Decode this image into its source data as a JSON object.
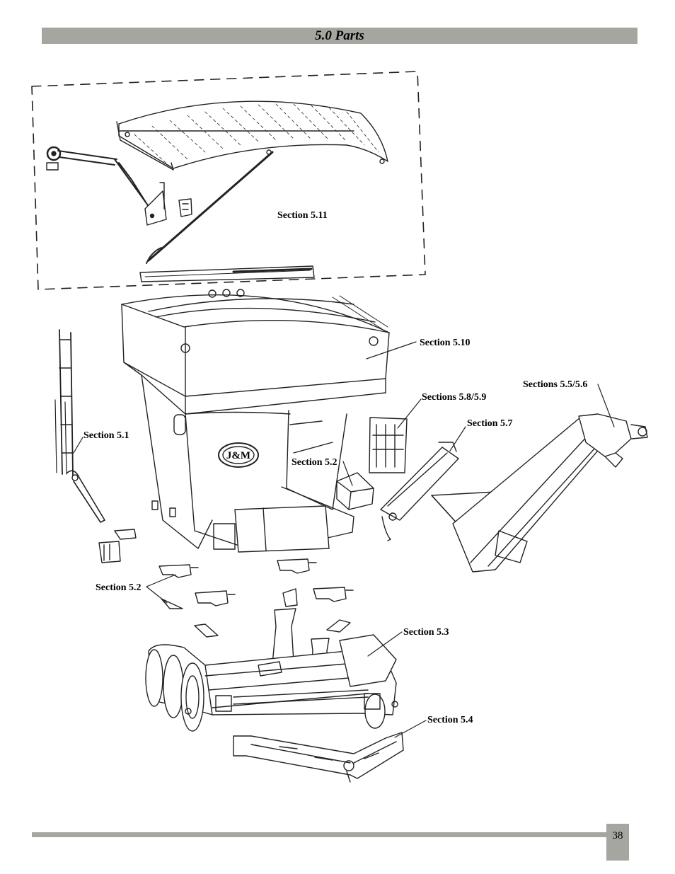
{
  "header": {
    "title": "5.0 Parts"
  },
  "callouts": {
    "s511": "Section 5.11",
    "s510": "Section 5.10",
    "s556": "Sections 5.5/5.6",
    "s589": "Sections 5.8/5.9",
    "s57": "Section 5.7",
    "s51": "Section 5.1",
    "s52_upper": "Section 5.2",
    "s52_lower": "Section 5.2",
    "s53": "Section 5.3",
    "s54": "Section 5.4"
  },
  "logo": "J&M",
  "footer": {
    "page_number": "38"
  }
}
